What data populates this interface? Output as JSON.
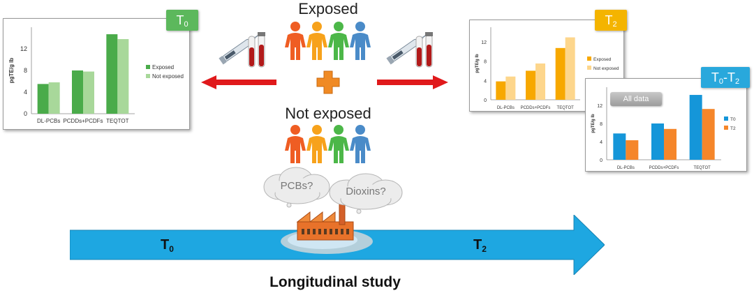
{
  "labels": {
    "exposed": "Exposed",
    "not_exposed": "Not exposed",
    "longitudinal": "Longitudinal study",
    "timeline_t0": "T",
    "timeline_t0_sub": "0",
    "timeline_t2": "T",
    "timeline_t2_sub": "2",
    "cloud_pcbs": "PCBs?",
    "cloud_dioxins": "Dioxins?"
  },
  "tags": {
    "t0": {
      "main": "T",
      "sub": "0"
    },
    "t2": {
      "main": "T",
      "sub": "2"
    },
    "t0t2": {
      "a": "T",
      "a_sub": "0",
      "dash": "-",
      "b": "T",
      "b_sub": "2"
    },
    "all_data": "All data"
  },
  "colors": {
    "arrow_red": "#e0191b",
    "timeline_blue": "#1ea7e1",
    "plus_orange": "#f08a24",
    "green_dark": "#4aab4a",
    "green_light": "#a8d89a",
    "orange_dark": "#f7a800",
    "orange_light": "#fdd68c",
    "blue_t0": "#1596d9",
    "orange_t2": "#f5862a",
    "tag_green": "#5cb85c",
    "tag_gold": "#f4b400",
    "tag_blue": "#29a8dc"
  },
  "people_colors": [
    "#ef5d23",
    "#f7a21b",
    "#4cb748",
    "#4a8bc8"
  ],
  "chart_data": [
    {
      "type": "bar",
      "title": "",
      "ylabel": "pgTE/g lb",
      "xlabel": "",
      "categories": [
        "DL-PCBs",
        "PCDDs+PCDFs",
        "TEQTOT"
      ],
      "ylim": [
        0,
        16
      ],
      "yticks": [
        "0",
        "4",
        "8",
        "12"
      ],
      "series": [
        {
          "name": "Exposed",
          "values": [
            5.5,
            8.0,
            14.7
          ]
        },
        {
          "name": "Not exposed",
          "values": [
            5.8,
            7.8,
            13.8
          ]
        }
      ],
      "legend": "right"
    },
    {
      "type": "bar",
      "title": "",
      "ylabel": "pgTE/g lb",
      "xlabel": "",
      "categories": [
        "DL-PCBs",
        "PCDDs+PCDFs",
        "TEQTOT"
      ],
      "ylim": [
        0,
        15
      ],
      "yticks": [
        "0",
        "4",
        "8",
        "12"
      ],
      "series": [
        {
          "name": "Exposed",
          "values": [
            3.8,
            6.0,
            10.7
          ]
        },
        {
          "name": "Not exposed",
          "values": [
            4.8,
            7.5,
            12.9
          ]
        }
      ],
      "legend": "right"
    },
    {
      "type": "bar",
      "title": "",
      "ylabel": "pgTE/g lb",
      "xlabel": "",
      "categories": [
        "DL-PCBs",
        "PCDDs+PCDFs",
        "TEQTOT"
      ],
      "ylim": [
        0,
        16
      ],
      "yticks": [
        "0",
        "4",
        "8",
        "12"
      ],
      "series": [
        {
          "name": "T0",
          "values": [
            5.8,
            8.0,
            14.3
          ]
        },
        {
          "name": "T2",
          "values": [
            4.3,
            6.8,
            11.2
          ]
        }
      ],
      "legend": "right"
    }
  ]
}
